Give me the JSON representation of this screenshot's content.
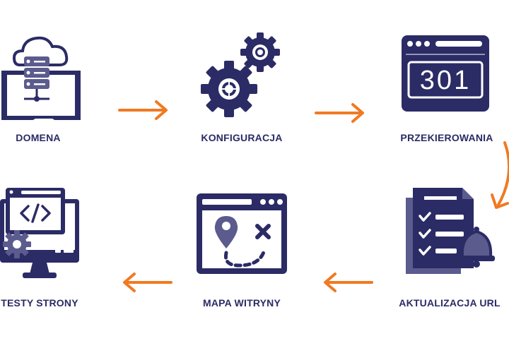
{
  "colors": {
    "navy": "#2b2b66",
    "navy_light": "#5b5b8e",
    "orange": "#f07a22",
    "white": "#ffffff"
  },
  "steps": [
    {
      "label": "DOMENA",
      "icon": "cloud-server-laptop-icon"
    },
    {
      "label": "KONFIGURACJA",
      "icon": "gears-icon"
    },
    {
      "label": "PRZEKIEROWANIA",
      "icon": "redirect-301-browser-icon"
    },
    {
      "label": "AKTUALIZACJA URL",
      "icon": "checklist-bell-icon"
    },
    {
      "label": "MAPA WITRYNY",
      "icon": "sitemap-browser-icon"
    },
    {
      "label": "TESTY STRONY",
      "icon": "code-monitor-gear-icon"
    }
  ],
  "redirect_code": "301"
}
